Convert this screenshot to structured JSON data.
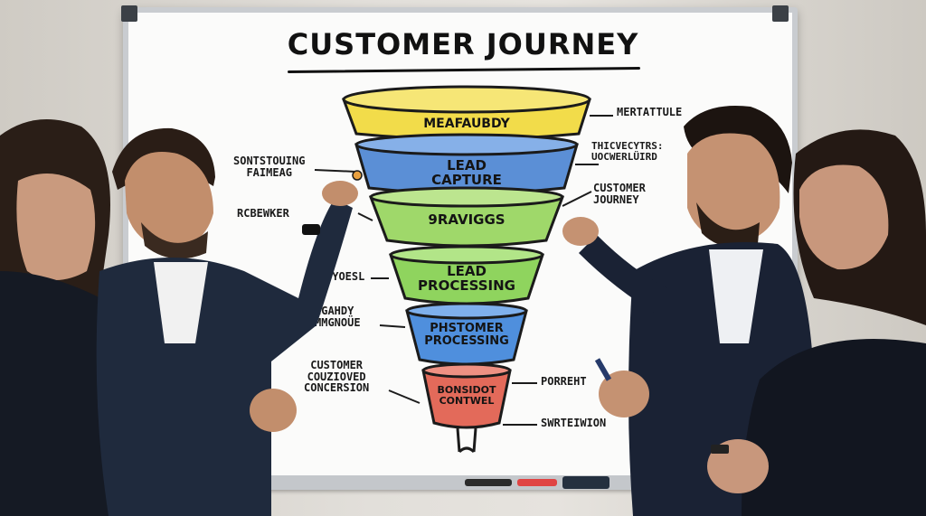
{
  "board": {
    "title": "CUSTOMER JOURNEY"
  },
  "funnel": {
    "stages": [
      {
        "label": "MEAFAUBDY",
        "color": "#f2dc4a"
      },
      {
        "label": "LEAD\nCAPTURE",
        "color": "#5b8fd6"
      },
      {
        "label": "9RAVIGGS",
        "color": "#9fd86a"
      },
      {
        "label": "LEAD\nPROCESSING",
        "color": "#8fd45e"
      },
      {
        "label": "PHSTOMER\nPROCESSING",
        "color": "#4f8fdd"
      },
      {
        "label": "BONSIDOT\nCONTWEL",
        "color": "#e36a5a"
      }
    ]
  },
  "annotations": {
    "left": [
      "SONTSTOUING\nFAIMEAG",
      "RCBEWKER",
      "JYOESL",
      "EGAHDY\nMMGNOÜE",
      "CUSTOMER\nCOUZIOVED\nCONCERSION"
    ],
    "right": [
      "MERTATTULE",
      "THICVECYTRS:\nUOCWERLÜIRD",
      "CUSTOMER\nJOURNEY",
      "PORREHT",
      "SWRTEIWION"
    ]
  },
  "colors": {
    "board_bg": "#fbfbfa",
    "frame": "#c9ccd0",
    "suit": "#1c2433"
  }
}
